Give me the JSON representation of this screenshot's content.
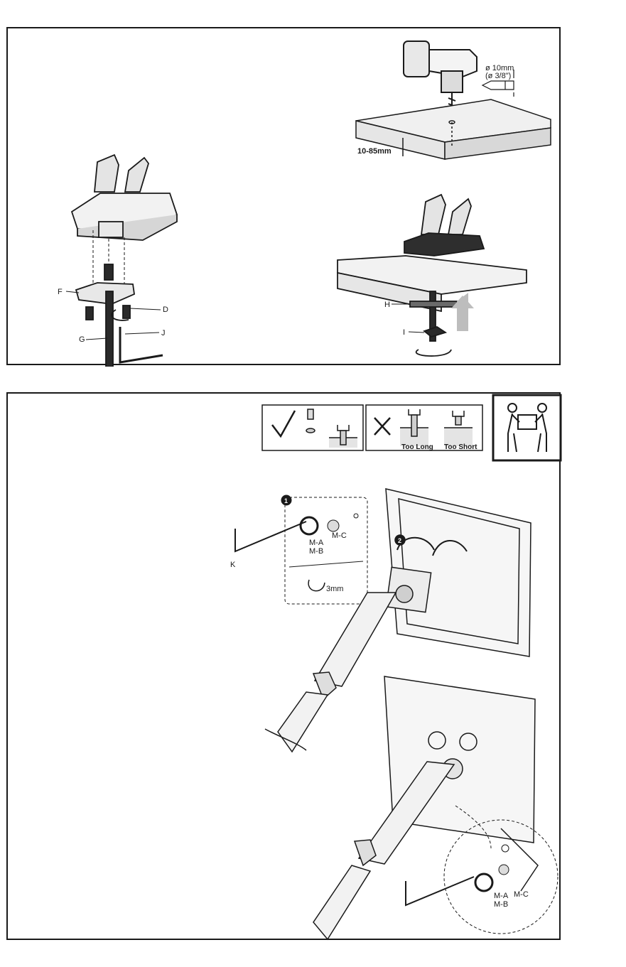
{
  "step_clamp": {
    "drill": {
      "hole_diameter": "ø 10mm",
      "hole_diameter_imperial": "(ø 3/8\")",
      "desk_thickness": "10-85mm"
    },
    "parts": {
      "F": "F",
      "D": "D",
      "G": "G",
      "J": "J",
      "H": "H",
      "I": "I"
    }
  },
  "step_monitor": {
    "screw_check": {
      "too_long": "Too Long",
      "too_short": "Too Short"
    },
    "callouts": {
      "step_1": "1",
      "step_2": "2",
      "key": "K",
      "screw_a": "M-A",
      "screw_b": "M-B",
      "washer": "M-C",
      "gap": "3mm"
    }
  }
}
